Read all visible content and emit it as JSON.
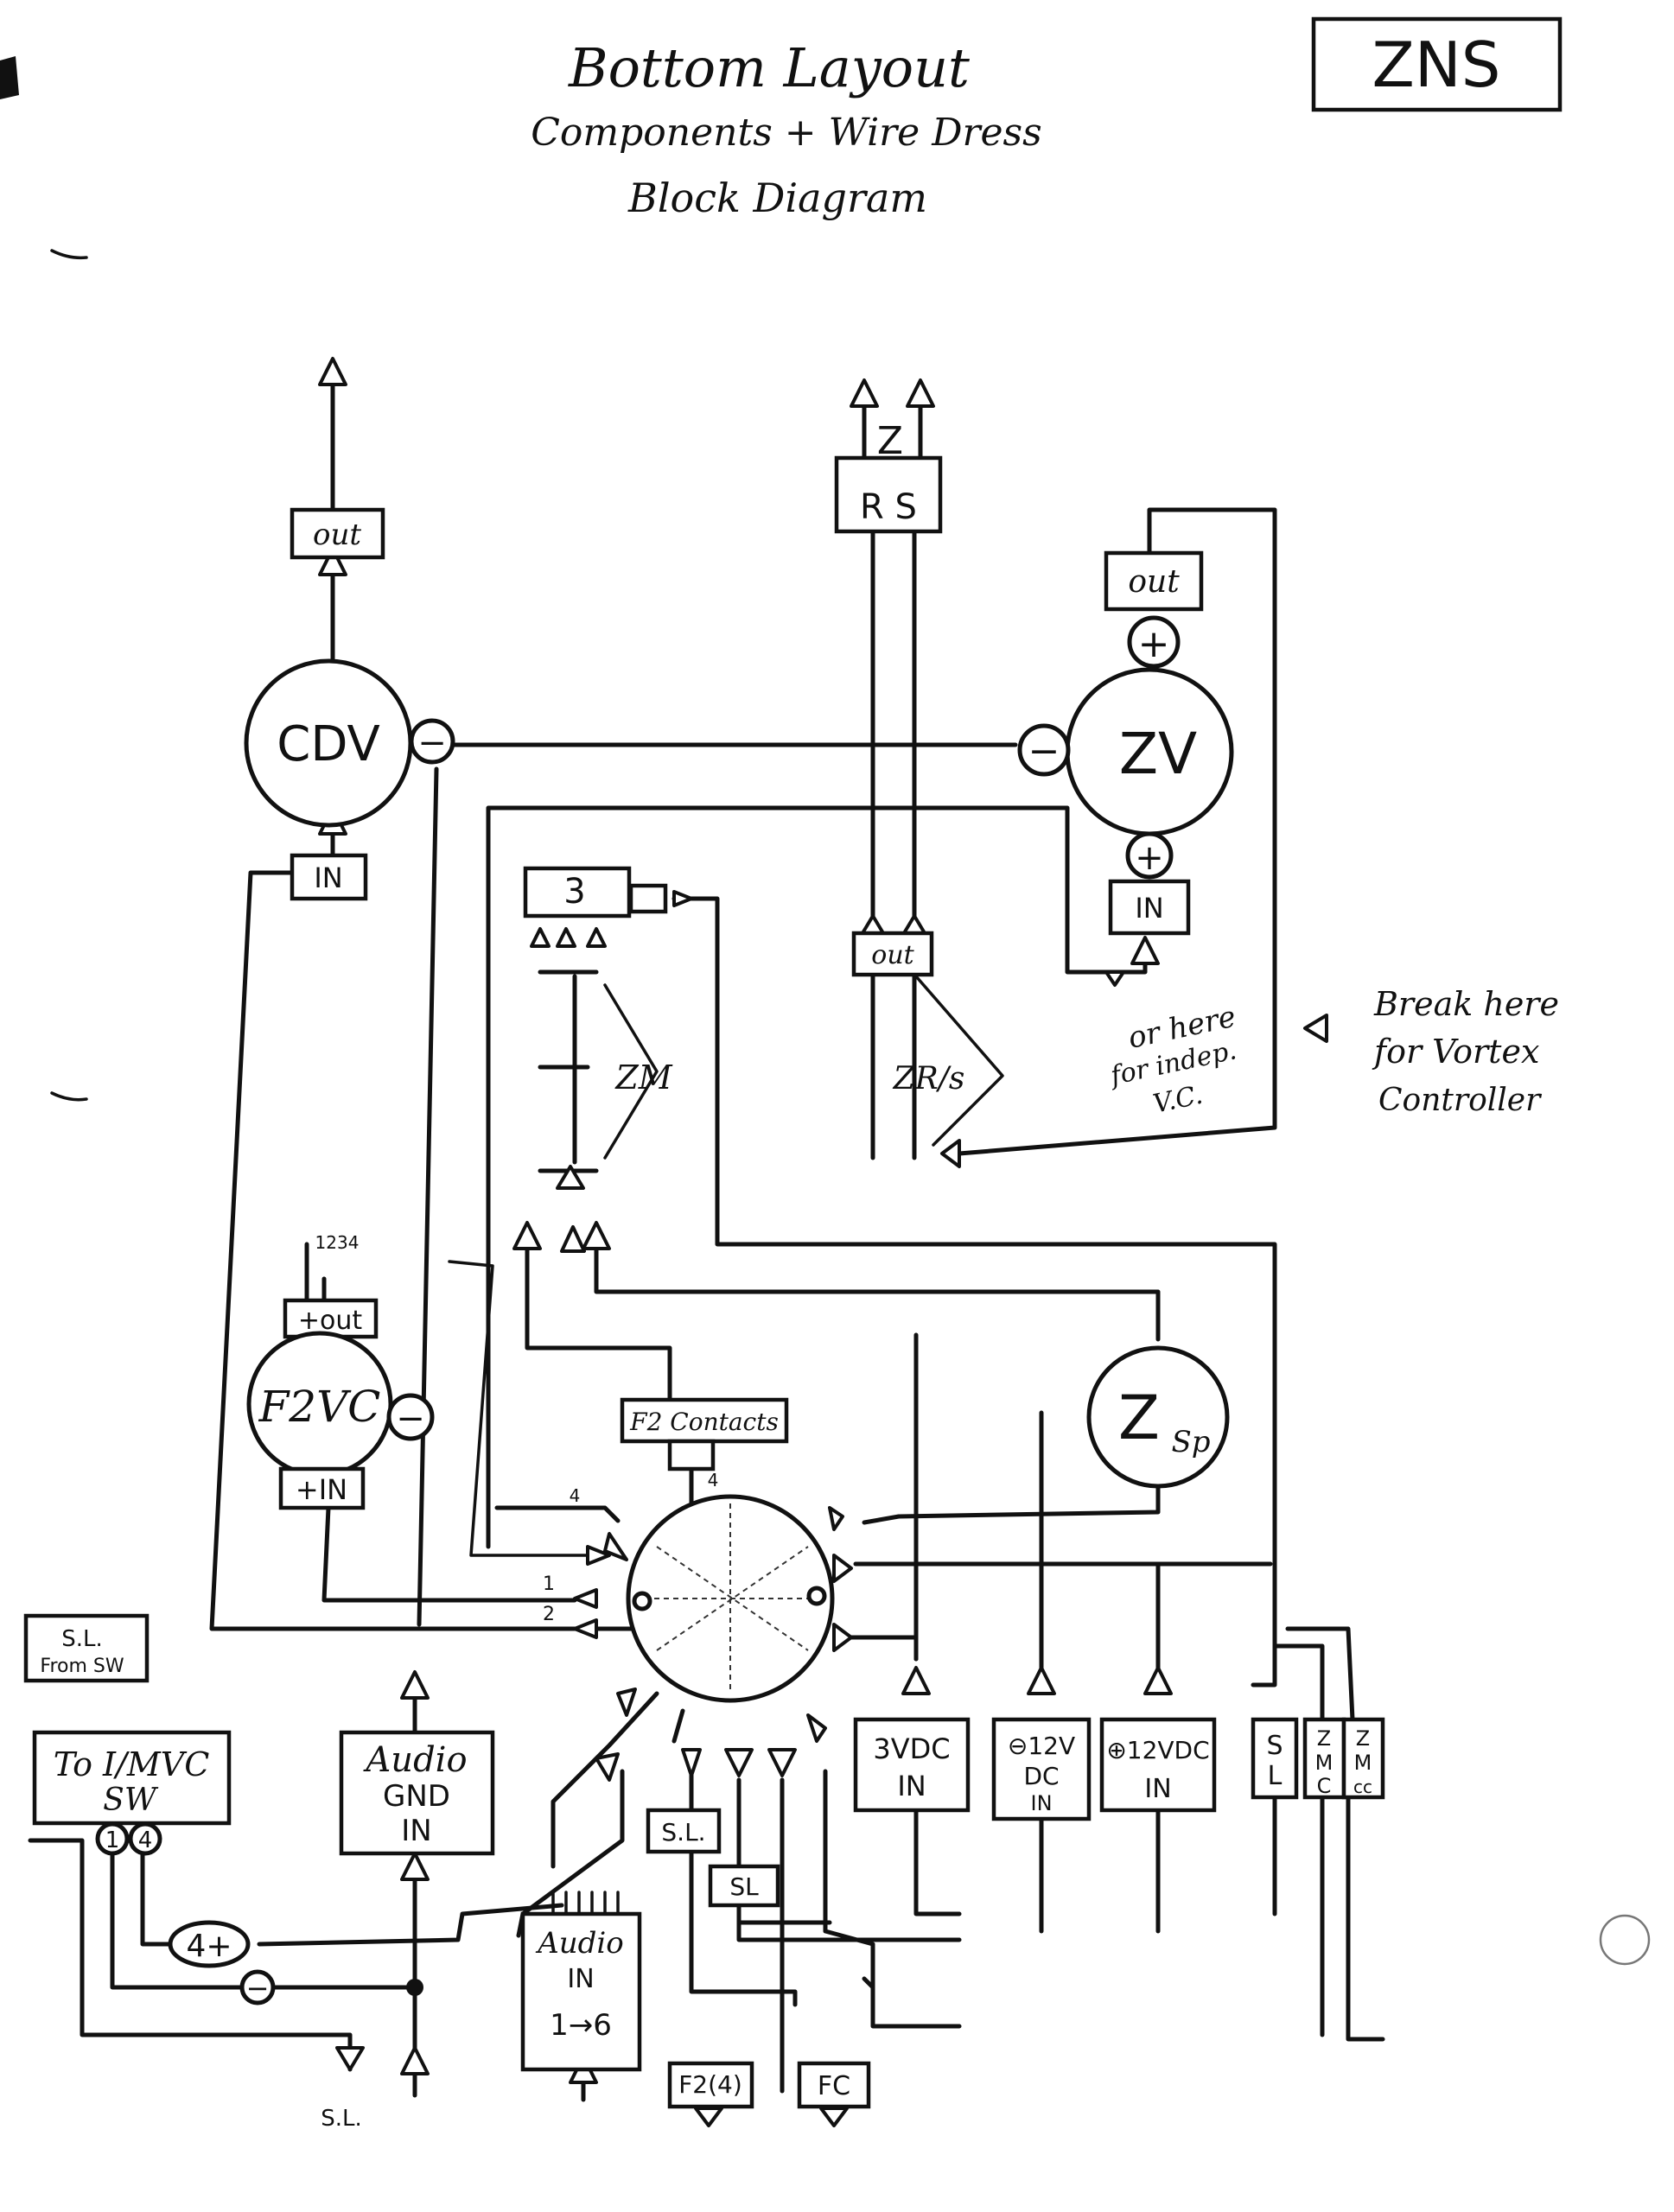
{
  "header": {
    "title": "Bottom Layout",
    "subtitle": "Components + Wire Dress",
    "subtitle2": "Block Diagram",
    "tag": "ZNS"
  },
  "components": {
    "cdv": "CDV",
    "zv": "ZV",
    "f2vc": "F2VC",
    "zsp_z": "Z",
    "zsp_p": "Sp",
    "three": "3",
    "zrs_z": "Z",
    "zrs_rs": "R S",
    "out": "out",
    "in": "IN",
    "plus": "+",
    "minus": "−",
    "f2vc_out": "+out",
    "f2vc_in": "+IN",
    "f2vc_pins": "1234",
    "zm": "ZM",
    "zrs_label": "ZR/s",
    "f2_contacts": "F2 Contacts",
    "pin_4a": "4",
    "pin_4b": "4",
    "pin_1": "1",
    "pin_2": "2",
    "sl_from_sw_1": "S.L.",
    "sl_from_sw_2": "From SW",
    "to_imvc_1": "To I/MVC",
    "to_imvc_2": "SW",
    "pin_c1": "1",
    "pin_c4": "4",
    "four_plus": "4+",
    "audio_gnd_1": "Audio",
    "audio_gnd_2": "GND",
    "audio_gnd_3": "IN",
    "audio_in_1": "Audio",
    "audio_in_2": "IN",
    "audio_in_3": "1→6",
    "sl_box1": "S.L.",
    "sl_box2": "SL",
    "f2_4": "F2(4)",
    "fc": "FC",
    "vdc3_1": "3VDC",
    "vdc3_2": "IN",
    "neg12_1": "⊖12V",
    "neg12_2": "DC",
    "neg12_3": "IN",
    "pos12_1": "⊕12VDC",
    "pos12_2": "IN",
    "sl_vert_1": "S",
    "sl_vert_2": "L",
    "zmc_1": "Z",
    "zmc_2": "M",
    "zmc_3": "C",
    "zmcc_1": "Z",
    "zmcc_2": "M",
    "zmcc_3": "cc",
    "sl_bottom": "S.L."
  },
  "notes": {
    "indep_1": "or here",
    "indep_2": "for indep.",
    "indep_3": "V.C.",
    "vortex_1": "Break here",
    "vortex_2": "for Vortex",
    "vortex_3": "Controller"
  }
}
